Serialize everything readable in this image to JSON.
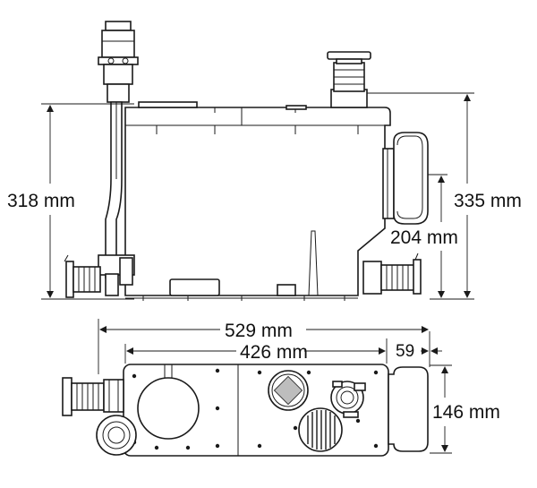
{
  "dimensions": {
    "height_left": "318 mm",
    "height_right": "335 mm",
    "outlet_height": "204 mm",
    "total_width": "529 mm",
    "body_width": "426 mm",
    "outlet_depth": "59",
    "depth": "146 mm"
  },
  "colors": {
    "line": "#1a1a1a",
    "background": "#ffffff"
  }
}
